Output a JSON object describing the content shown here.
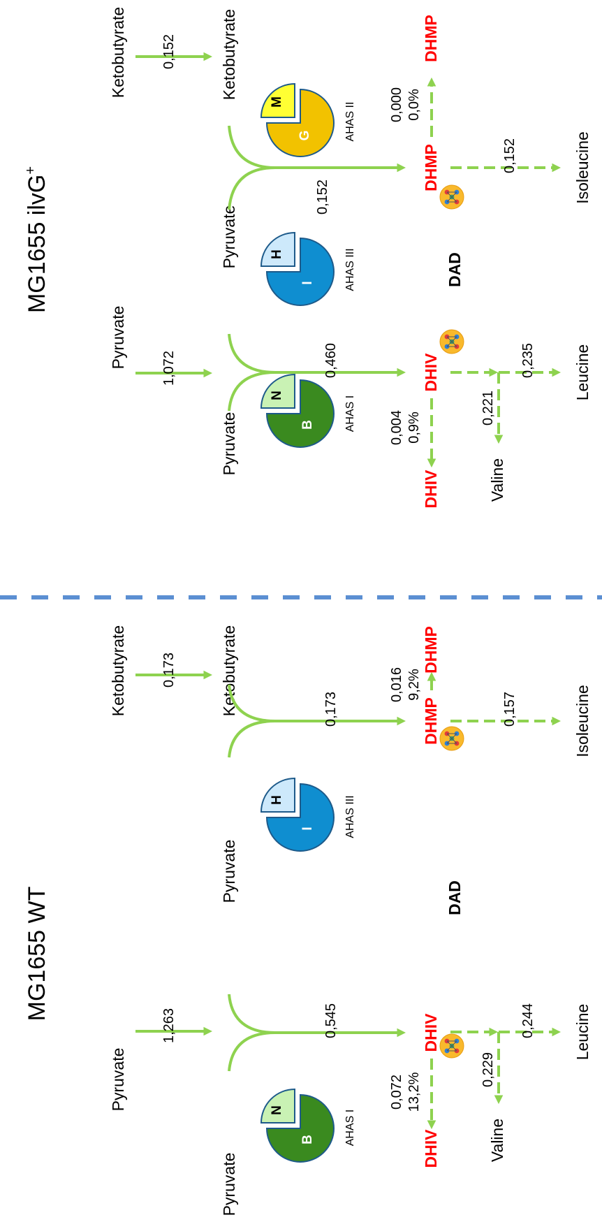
{
  "panels": [
    {
      "title": "MG1655 WT",
      "title_sup": "",
      "pyruvate_top": "Pyruvate",
      "pyruvate_flux": "1,263",
      "pyruvate_a": "Pyruvate",
      "pyruvate_b": "Pyruvate",
      "keto_top": "Ketobutyrate",
      "keto_flux": "0,173",
      "keto_mid": "Ketobutyrate",
      "ahas1_flux": "0,545",
      "ahas3_flux": "0,173",
      "ahas1": {
        "label": "AHAS I",
        "big": "B",
        "small": "N"
      },
      "ahas3": {
        "label": "AHAS III",
        "big": "I",
        "small": "H"
      },
      "ahas2": null,
      "dad": "DAD",
      "dhiv": "DHIV",
      "dhiv_out": "DHIV",
      "dhiv_loss_flux": "0,072",
      "dhiv_loss_pct": "13,2%",
      "valine": "Valine",
      "valine_flux": "0,229",
      "leucine": "Leucine",
      "leucine_flux": "0,244",
      "dhmp": "DHMP",
      "dhmp_out": "DHMP",
      "dhmp_loss_flux": "0,016",
      "dhmp_loss_pct": "9,2%",
      "isoleucine": "Isoleucine",
      "isoleucine_flux": "0,157"
    },
    {
      "title": "MG1655 ilvG",
      "title_sup": "+",
      "pyruvate_top": "Pyruvate",
      "pyruvate_flux": "1,072",
      "pyruvate_a": "Pyruvate",
      "pyruvate_b": "Pyruvate",
      "keto_top": "Ketobutyrate",
      "keto_flux": "0,152",
      "keto_mid": "Ketobutyrate",
      "ahas1_flux": "0,460",
      "ahas3_flux": "0,152",
      "ahas1": {
        "label": "AHAS I",
        "big": "B",
        "small": "N"
      },
      "ahas3": {
        "label": "AHAS III",
        "big": "I",
        "small": "H"
      },
      "ahas2": {
        "label": "AHAS II",
        "big": "G",
        "small": "M"
      },
      "dad": "DAD",
      "dhiv": "DHIV",
      "dhiv_out": "DHIV",
      "dhiv_loss_flux": "0,004",
      "dhiv_loss_pct": "0,9%",
      "valine": "Valine",
      "valine_flux": "0,221",
      "leucine": "Leucine",
      "leucine_flux": "0,235",
      "dhmp": "DHMP",
      "dhmp_out": "DHMP",
      "dhmp_loss_flux": "0,000",
      "dhmp_loss_pct": "0,0%",
      "isoleucine": "Isoleucine",
      "isoleucine_flux": "0,152"
    }
  ],
  "colors": {
    "arrow": "#8ed24f",
    "divider": "#5b8fd2",
    "ahas1_big": "#3a8a1f",
    "ahas1_small": "#c9f2b4",
    "ahas3_big": "#0f8ed0",
    "ahas3_small": "#cde9fb",
    "ahas2_big": "#f2c200",
    "ahas2_small": "#ffff33",
    "dad_circle": "#f9b92c"
  }
}
